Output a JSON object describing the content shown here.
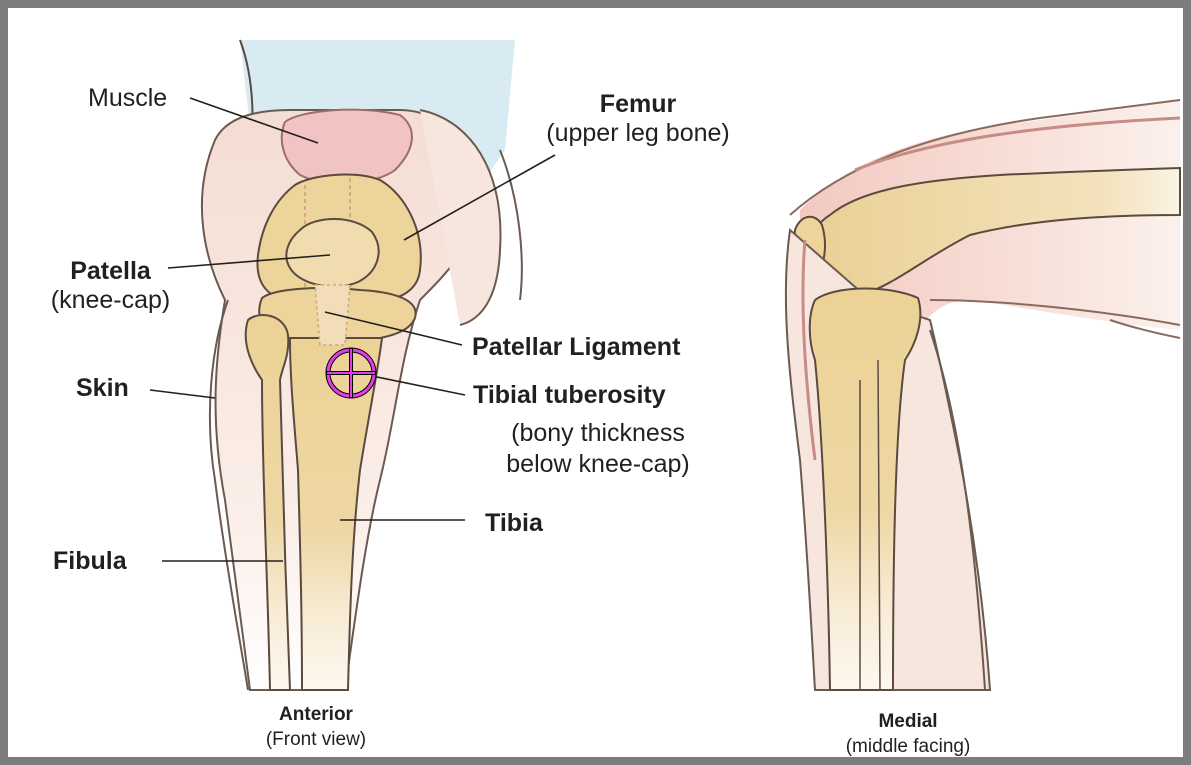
{
  "labels": {
    "muscle": "Muscle",
    "femur": "Femur",
    "femur_sub": "(upper leg bone)",
    "patella": "Patella",
    "patella_sub": "(knee-cap)",
    "patellar_ligament": "Patellar Ligament",
    "skin": "Skin",
    "tibial_tuberosity": "Tibial tuberosity",
    "tibial_tuberosity_sub1": "(bony thickness",
    "tibial_tuberosity_sub2": "below knee-cap)",
    "tibia": "Tibia",
    "fibula": "Fibula"
  },
  "views": {
    "anterior_title": "Anterior",
    "anterior_sub": "(Front view)",
    "medial_title": "Medial",
    "medial_sub": "(middle facing)"
  },
  "marker": {
    "icon": "crosshair-target-icon",
    "color": "#e23de6"
  },
  "colors": {
    "bone": "#edd49a",
    "skin": "#f7e6dd",
    "muscle": "#f2c3c3",
    "fat_blue": "#d8ebf3",
    "outline": "#5a4a3f",
    "frame": "#7c7c7c"
  }
}
